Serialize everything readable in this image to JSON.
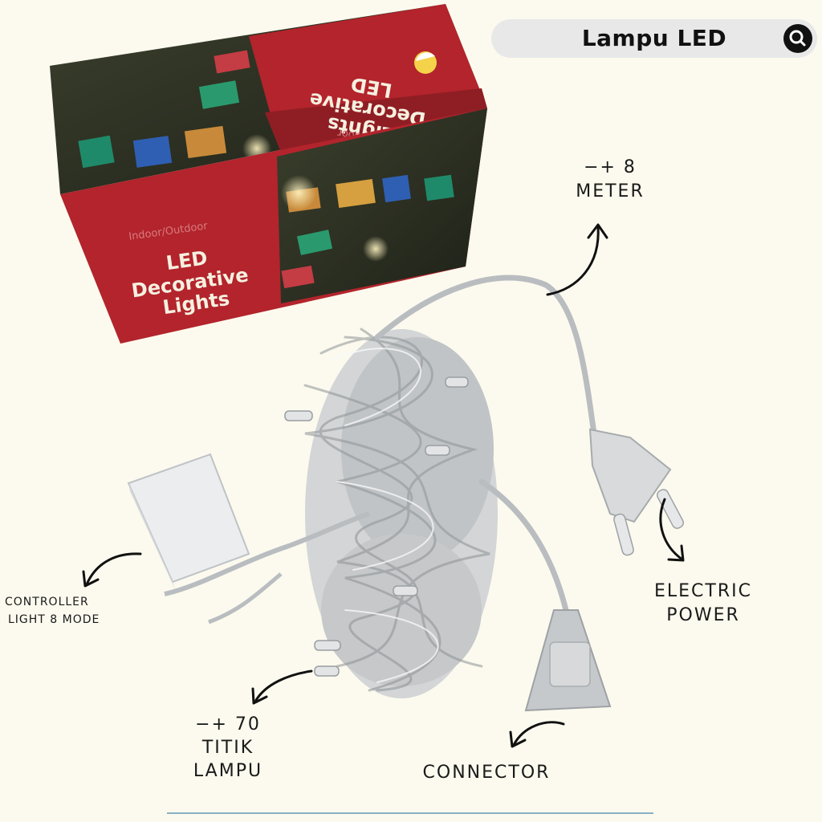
{
  "header": {
    "title": "Lampu LED",
    "search_icon": "search-icon"
  },
  "box": {
    "front_line1": "LED",
    "front_line2": "Decorative",
    "front_line3": "Lights",
    "front_tag": "Indoor/Outdoor",
    "top_line1": "LED",
    "top_line2": "Decorative",
    "top_line3": "Lights",
    "top_tag": "Indoor/Outdoor"
  },
  "annotations": {
    "length_value": "−+ 8",
    "length_unit": "METER",
    "power_line1": "ELECTRIC",
    "power_line2": "POWER",
    "controller_line1": "CONTROLLER",
    "controller_line2": "LIGHT 8 MODE",
    "points_line1": "−+ 70",
    "points_line2": "TITIK",
    "points_line3": "LAMPU",
    "connector": "CONNECTOR"
  },
  "colors": {
    "background": "#fcfaee",
    "box_red": "#b3242c",
    "box_dark": "#2a2e24",
    "cable": "#c8ccd0",
    "accent_line": "#8ab0c4"
  }
}
